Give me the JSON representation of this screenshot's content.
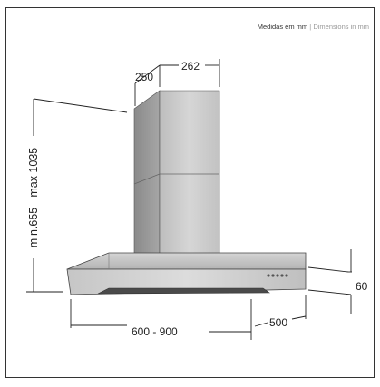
{
  "header": {
    "label_pt": "Medidas em mm",
    "separator": "|",
    "label_en": "Dimensions in mm"
  },
  "dimensions": {
    "chimney_depth": "250",
    "chimney_width": "262",
    "height_range": "min.655 - max 1035",
    "canopy_height": "60",
    "width_range": "600 - 900",
    "depth": "500"
  },
  "colors": {
    "stainless_light": "#c9c9c9",
    "stainless_mid": "#a9a9a9",
    "stainless_dark": "#8c8c8c",
    "line": "#222222"
  }
}
